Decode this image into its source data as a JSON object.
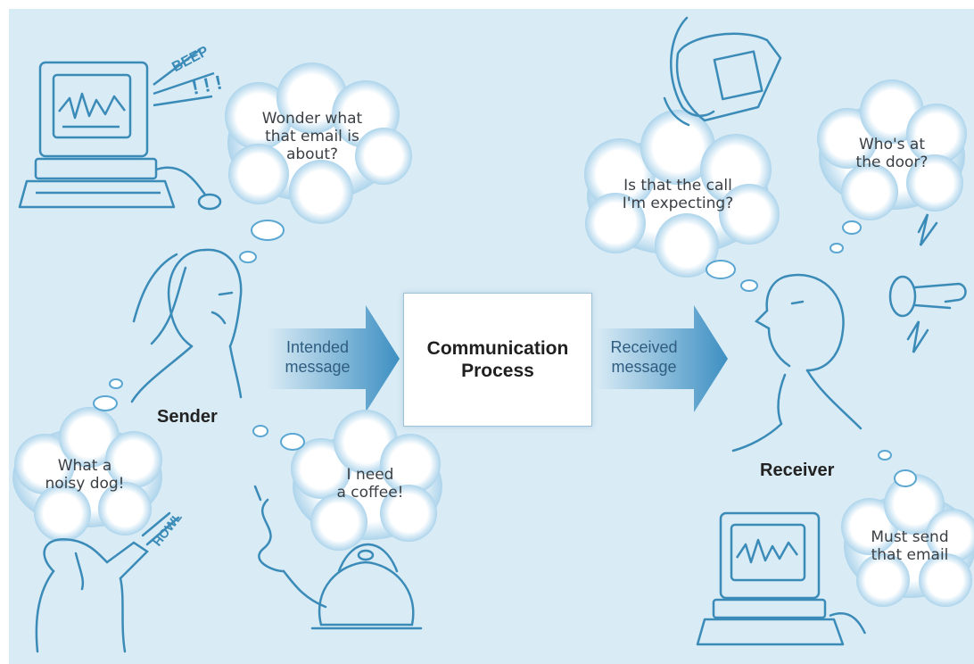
{
  "colors": {
    "background": "#d9ebf5",
    "line": "#3b8bb8",
    "cloud_fill": "#ffffff",
    "cloud_edge": "#6fb2d8",
    "arrow": "#4a9ac8"
  },
  "center": {
    "process_label": "Communication\nProcess"
  },
  "arrows": {
    "intended": "Intended\nmessage",
    "received": "Received\nmessage"
  },
  "people": {
    "sender": "Sender",
    "receiver": "Receiver"
  },
  "thoughts": {
    "email_wonder": "Wonder what\nthat email is\nabout?",
    "noisy_dog": "What a\nnoisy dog!",
    "coffee": "I need\na coffee!",
    "call": "Is that the call\nI'm expecting?",
    "door": "Who's at\nthe door?",
    "send_email": "Must send\nthat email"
  },
  "sound_words": {
    "beep": "BEEP",
    "beep_marks": "!!!",
    "howl": "HOWL"
  },
  "icons": [
    "computer-icon",
    "telephone-icon",
    "doorbell-icon",
    "dog-icon",
    "kettle-icon",
    "sender-person-icon",
    "receiver-person-icon"
  ]
}
